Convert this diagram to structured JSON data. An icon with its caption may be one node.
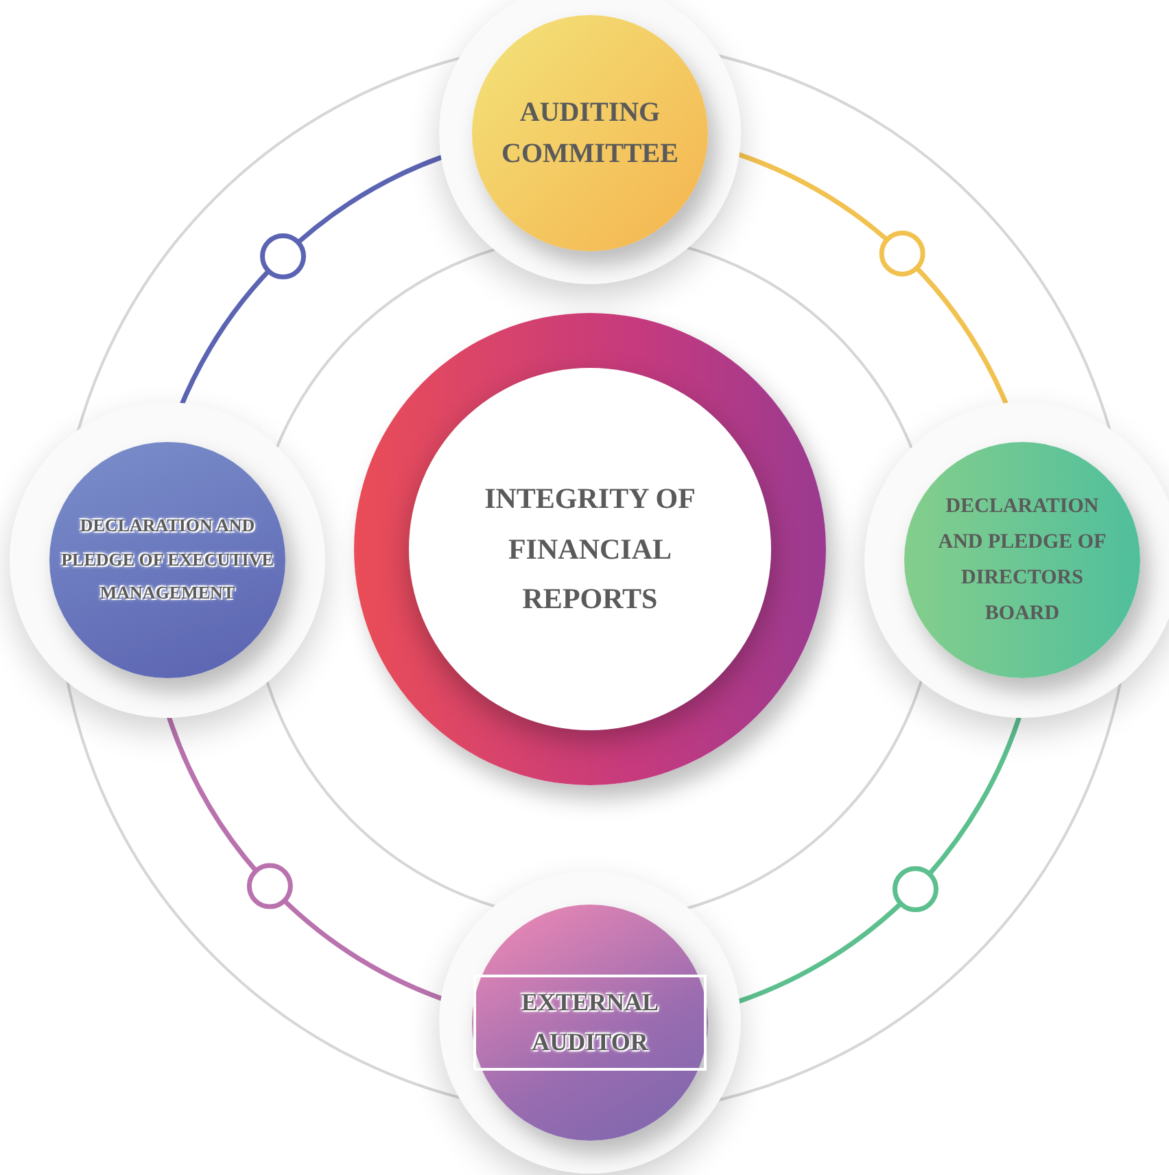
{
  "diagram": {
    "nodes": [
      {
        "text": [
          "AUDITING COMMITTEE"
        ]
      },
      {
        "text": [
          "DECLARATION AND PLEDGE OF EXECUTIVE MANAGEMENT"
        ]
      },
      {
        "text": [
          "INTEGRITY OF FINANCIAL REPORTS"
        ]
      },
      {
        "text": [
          "DECLARATION AND PLEDGE OF DIRECTORS BOARD"
        ]
      },
      {
        "text": [
          "EXTERNAL AUDITOR"
        ]
      }
    ],
    "edges": [
      {
        "from": 1,
        "to": 0,
        "arrow": "none",
        "color": "#5b64b2"
      },
      {
        "from": 0,
        "to": 3,
        "arrow": "none",
        "color": "#f2c250"
      },
      {
        "from": 3,
        "to": 4,
        "arrow": "none",
        "color": "#5cbf8e"
      },
      {
        "from": 4,
        "to": 1,
        "arrow": "none",
        "color": "#b972ae"
      }
    ]
  }
}
